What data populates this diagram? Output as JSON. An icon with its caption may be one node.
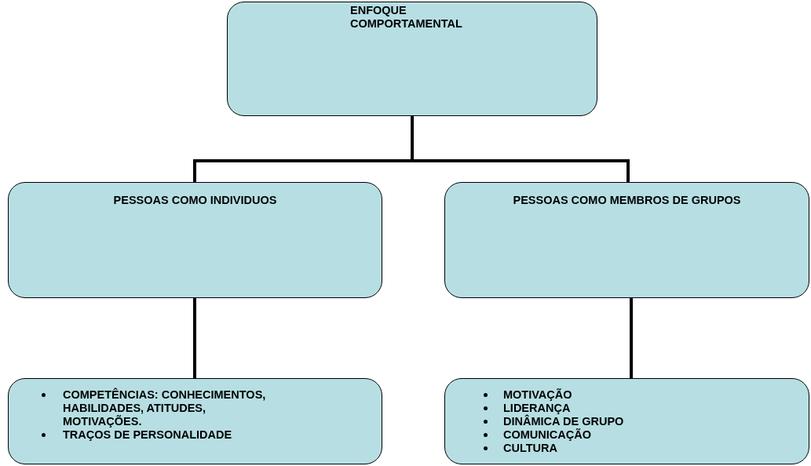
{
  "diagram": {
    "nodes": [
      {
        "text": [
          "ENFOQUE COMPORTAMENTAL"
        ]
      },
      {
        "text": [
          "PESSOAS COMO INDIVIDUOS"
        ]
      },
      {
        "text": [
          "PESSOAS COMO MEMBROS DE GRUPOS"
        ]
      },
      {
        "text": [
          "COMPETÊNCIAS: CONHECIMENTOS, HABILIDADES, ATITUDES, MOTIVAÇÕES.",
          "TRAÇOS DE PERSONALIDADE"
        ]
      },
      {
        "text": [
          "MOTIVAÇÃO",
          "LIDERANÇA",
          "DINÂMICA DE GRUPO",
          "COMUNICAÇÃO",
          "CULTURA"
        ]
      }
    ],
    "edges": [
      {
        "from": 0,
        "to": 1,
        "arrow": "none"
      },
      {
        "from": 0,
        "to": 2,
        "arrow": "none"
      },
      {
        "from": 1,
        "to": 3,
        "arrow": "none"
      },
      {
        "from": 2,
        "to": 4,
        "arrow": "none"
      }
    ]
  }
}
